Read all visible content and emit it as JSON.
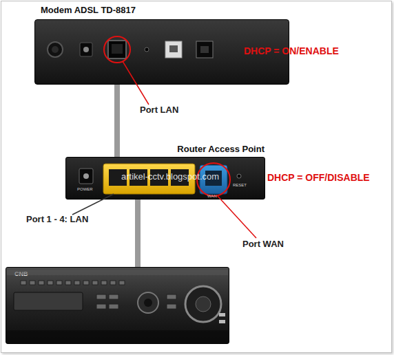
{
  "diagram": {
    "nodes": [
      {
        "text": [
          "Modem ADSL TD-8817"
        ]
      },
      {
        "text": [
          "Router Access Point"
        ]
      },
      {
        "text": [
          "CNB"
        ]
      }
    ],
    "edges": [
      {
        "from": 0,
        "to": 1,
        "arrow": "none"
      },
      {
        "from": 1,
        "to": 2,
        "arrow": "none"
      }
    ],
    "labels": [
      "Port LAN",
      "DHCP = ON/ENABLE",
      "artikel-cctv.blogspot.com",
      "DHCP = OFF/DISABLE",
      "Port 1 - 4: LAN",
      "Port WAN",
      "POWER",
      "WAN",
      "RESET"
    ]
  }
}
